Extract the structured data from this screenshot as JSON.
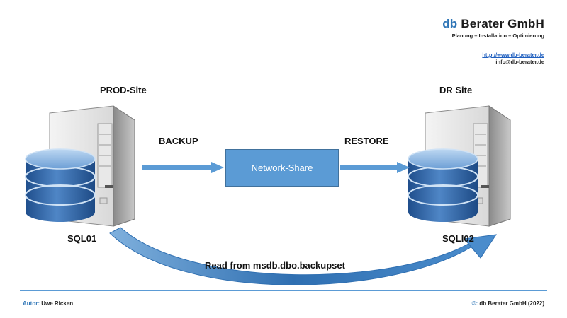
{
  "header": {
    "brand_prefix": "db",
    "brand_name": "Berater GmbH",
    "tagline": "Planung – Installation – Optimierung",
    "url": "http://www.db-berater.de",
    "email": "info@db-berater.de"
  },
  "diagram": {
    "source_site": "PROD-Site",
    "target_site": "DR Site",
    "source_server": "SQL01",
    "target_server": "SQLI02",
    "backup_label": "BACKUP",
    "restore_label": "RESTORE",
    "share_label": "Network-Share",
    "read_label": "Read from msdb.dbo.backupset"
  },
  "footer": {
    "author_label": "Autor:",
    "author_name": "Uwe Ricken",
    "copyright_label": "©:",
    "copyright_text": "db Berater GmbH (2022)"
  },
  "colors": {
    "accent": "#2e75b6",
    "share_fill": "#5b9bd5",
    "arrow": "#5b9bd5"
  }
}
